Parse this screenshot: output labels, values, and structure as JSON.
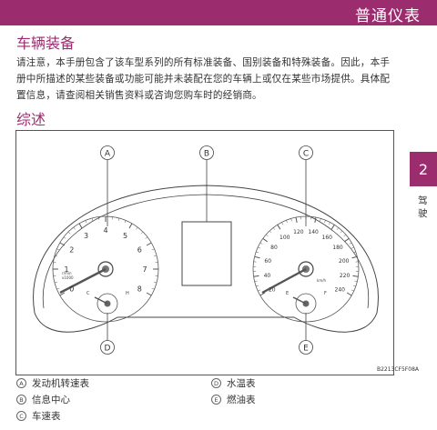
{
  "header": {
    "title": "普通仪表"
  },
  "section1": {
    "title": "车辆装备",
    "paragraph": "请注意，本手册包含了该车型系列的所有标准装备、国别装备和特殊装备。因此，本手册中所描述的某些装备或功能可能并未装配在您的车辆上或仅在某些市场提供。具体配置信息，请查阅相关销售资料或咨询您购车时的经销商。"
  },
  "section2": {
    "title": "综述"
  },
  "side": {
    "chapter": "2",
    "label": "驾驶"
  },
  "figure": {
    "callouts": [
      "A",
      "B",
      "C",
      "D",
      "E"
    ],
    "tach_ticks": [
      "0",
      "1",
      "2",
      "3",
      "4",
      "5",
      "6",
      "7",
      "8"
    ],
    "tach_small": "r/min\nx1000",
    "speed_ticks": [
      "20",
      "40",
      "60",
      "80",
      "100",
      "120",
      "140",
      "160",
      "180",
      "200",
      "220",
      "240"
    ],
    "speed_unit": "km/h",
    "temp_labels": [
      "C",
      "H"
    ],
    "fuel_labels": [
      "E",
      "F"
    ],
    "code": "B2213CF5F08A"
  },
  "legend": [
    {
      "letter": "A",
      "label": "发动机转速表"
    },
    {
      "letter": "B",
      "label": "信息中心"
    },
    {
      "letter": "C",
      "label": "车速表"
    },
    {
      "letter": "D",
      "label": "水温表"
    },
    {
      "letter": "E",
      "label": "燃油表"
    }
  ]
}
